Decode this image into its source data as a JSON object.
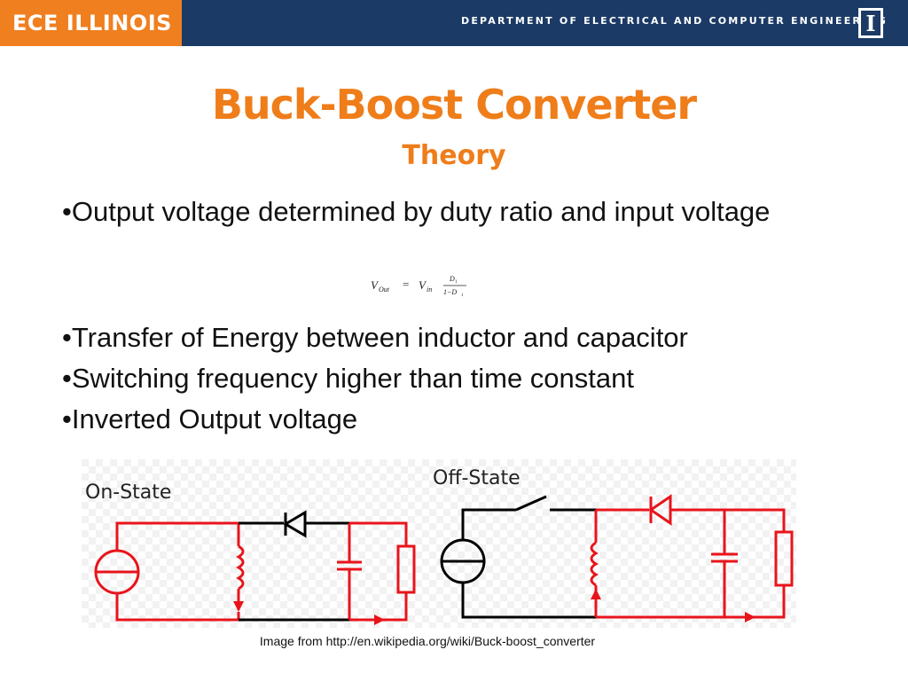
{
  "header": {
    "logo_text": "ECE ILLINOIS",
    "department": "DEPARTMENT OF ELECTRICAL AND COMPUTER ENGINEERING",
    "logo_letter": "I"
  },
  "slide": {
    "title": "Buck-Boost Converter",
    "subtitle": "Theory",
    "bullet_1": "•Output voltage determined by duty ratio and input voltage",
    "formula": {
      "lhs": "V",
      "lhs_sub": "Out",
      "eq": "=",
      "rhs": "V",
      "rhs_sub": "in",
      "num": "D",
      "num_sub": "1",
      "den": "1−D",
      "den_sub": "1"
    },
    "bullets": [
      "•Transfer of Energy between inductor and capacitor",
      "•Switching frequency higher than time constant",
      "•Inverted Output voltage"
    ]
  },
  "circuits": {
    "on_label": "On-State",
    "off_label": "Off-State"
  },
  "credit": "Image from http://en.wikipedia.org/wiki/Buck-boost_converter",
  "colors": {
    "brand_orange": "#ef7d1a",
    "header_blue": "#1b3a66",
    "active_wire": "#e8141b",
    "inactive_wire": "#000000"
  }
}
